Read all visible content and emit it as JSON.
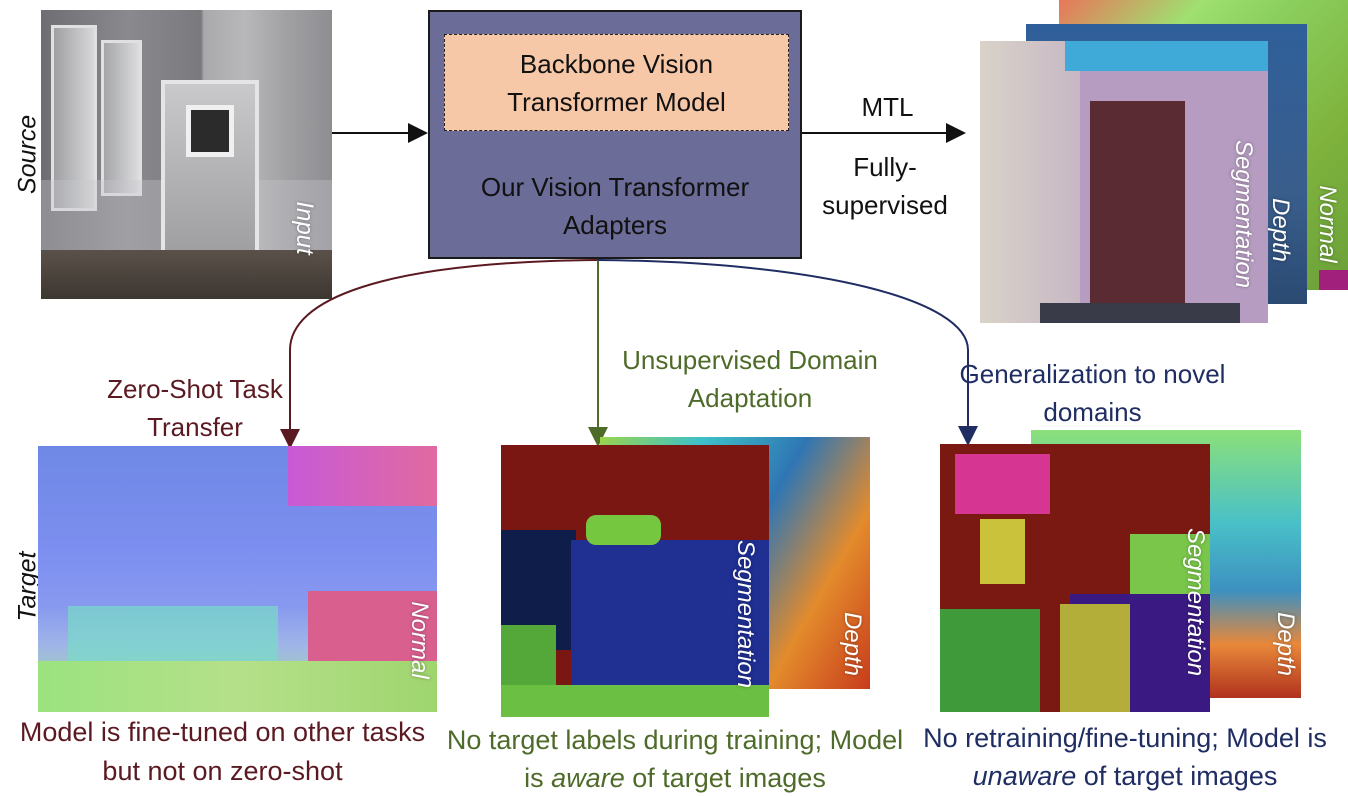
{
  "row_labels": {
    "source": "Source",
    "target": "Target"
  },
  "source_panel": {
    "label": "Input"
  },
  "core": {
    "backbone_label": "Backbone Vision Transformer Model",
    "adapter_label": "Our Vision Transformer Adapters"
  },
  "mtl": {
    "label": "MTL",
    "supervision": "Fully-supervised"
  },
  "outputs": {
    "segmentation": "Segmentation",
    "depth": "Depth",
    "normal": "Normal"
  },
  "branches": {
    "zero_shot": {
      "label": "Zero-Shot Task Transfer",
      "panel_label": "Normal",
      "caption": "Model is fine-tuned on other tasks but not on zero-shot",
      "color": "#5b1a22"
    },
    "uda": {
      "label": "Unsupervised Domain Adaptation",
      "seg_label": "Segmentation",
      "depth_label": "Depth",
      "caption_pre": "No target labels during training; Model is ",
      "caption_em": "aware",
      "caption_post": " of target images",
      "color": "#4f6b2a"
    },
    "generalization": {
      "label": "Generalization to novel domains",
      "seg_label": "Segmentation",
      "depth_label": "Depth",
      "caption_pre": "No retraining/fine-tuning; Model is ",
      "caption_em": "unaware",
      "caption_post": " of target images",
      "color": "#1f2d63"
    }
  }
}
